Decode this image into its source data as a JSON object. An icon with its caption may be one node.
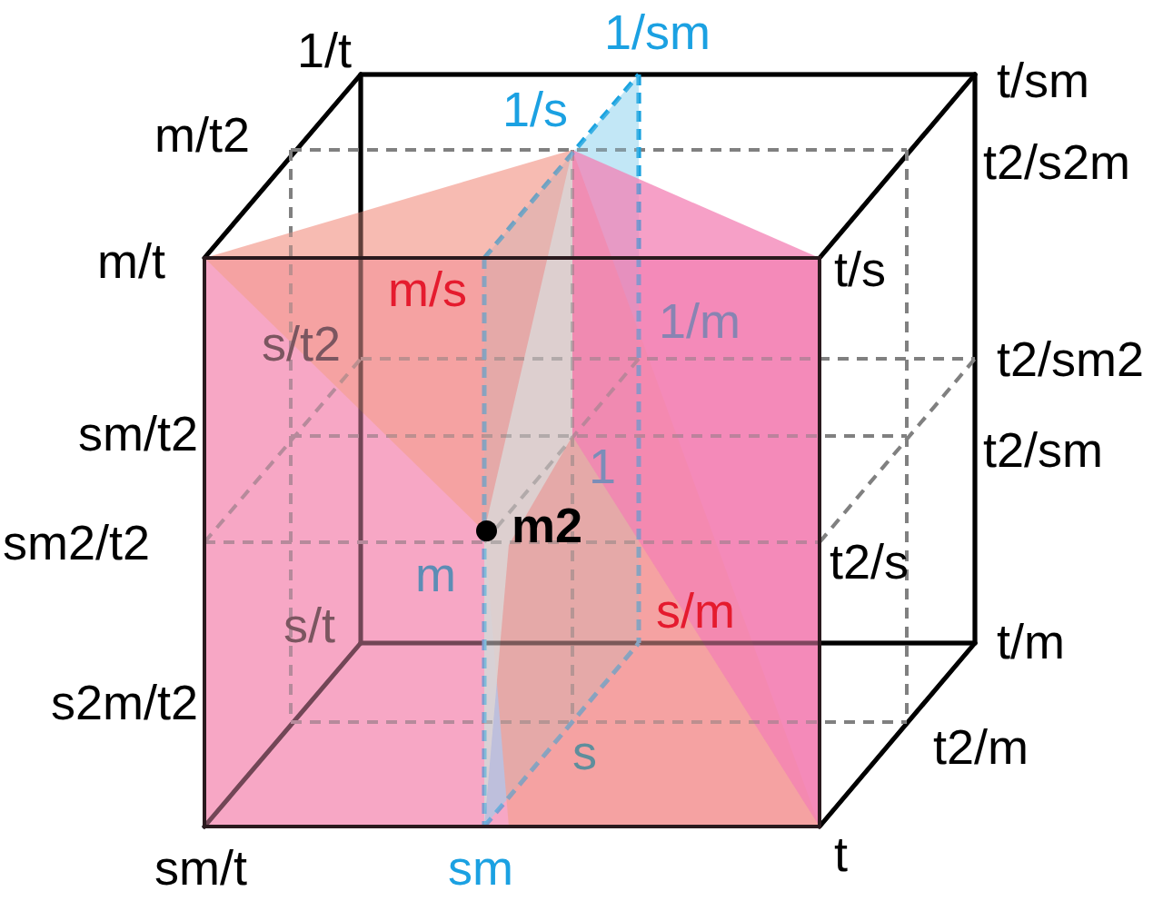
{
  "diagram": {
    "labels": [
      "1/sm",
      "1/t",
      "t/sm",
      "1/s",
      "m/t2",
      "t2/s2m",
      "m/t",
      "t/s",
      "m/s",
      "1/m",
      "s/t2",
      "t2/sm2",
      "sm/t2",
      "t2/sm",
      "1",
      "m2",
      "sm2/t2",
      "t2/s",
      "m",
      "s/m",
      "s/t",
      "t/m",
      "s2m/t2",
      "t2/m",
      "s",
      "t",
      "sm/t",
      "sm"
    ]
  }
}
